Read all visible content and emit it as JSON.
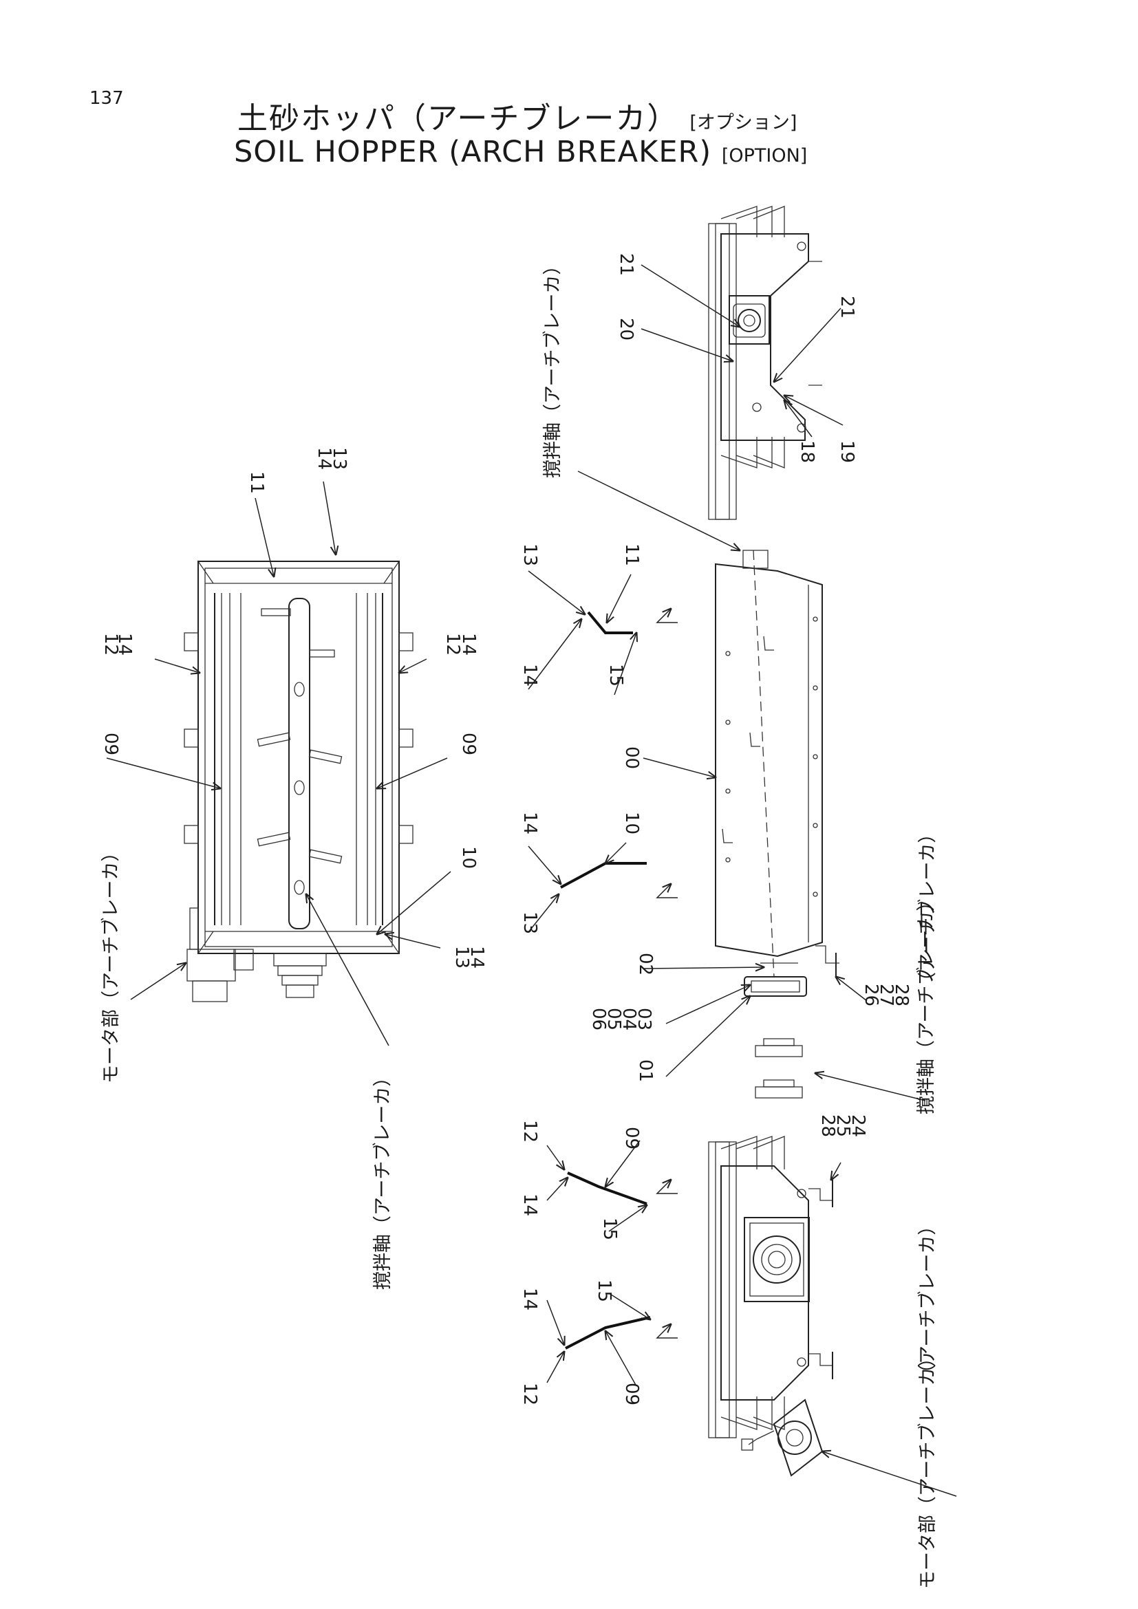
{
  "page_number": "137",
  "title": {
    "jp": "土砂ホッパ（アーチブレーカ）",
    "jp_option": "[オプション]",
    "en": "SOIL HOPPER (ARCH BREAKER)",
    "en_option": "[OPTION]"
  },
  "captions": {
    "motor_top": "モータ部（アーチブレーカ）",
    "agitator_left": "撹拌軸（アーチブレーカ）",
    "agitator_upper": "撹拌軸（アーチブレーカ）",
    "arch_breaker_right": "（アーチブレーカ）",
    "agitator_right": "撹拌軸（アーチブレーカ）",
    "arch_breaker_bottom": "（アーチブレーカ）",
    "motor_bottom": "モータ部（アーチブレーカ）"
  },
  "part_numbers": {
    "p11_top": "11",
    "p13_top": "13",
    "p14_top": "14",
    "p14_l": "14",
    "p12_l": "12",
    "p09_l": "09",
    "p12_r": "12",
    "p14_r": "14",
    "p09_r": "09",
    "p10_plan": "10",
    "p13_plan": "13",
    "p14_plan": "14",
    "p21_a": "21",
    "p20": "20",
    "p21_b": "21",
    "p18": "18",
    "p19": "19",
    "p13_m1": "13",
    "p11_m": "11",
    "p14_m1": "14",
    "p15_m1": "15",
    "p00": "00",
    "p14_m2": "14",
    "p10_m": "10",
    "p13_m2": "13",
    "p02": "02",
    "p06": "06",
    "p05": "05",
    "p04": "04",
    "p03": "03",
    "p01": "01",
    "p26": "26",
    "p27": "27",
    "p28_a": "28",
    "p28_b": "28",
    "p25": "25",
    "p24": "24",
    "p12_b1": "12",
    "p09_b1": "09",
    "p14_b1": "14",
    "p15_b1": "15",
    "p14_b2": "14",
    "p15_b2": "15",
    "p12_b2": "12",
    "p09_b2": "09"
  }
}
